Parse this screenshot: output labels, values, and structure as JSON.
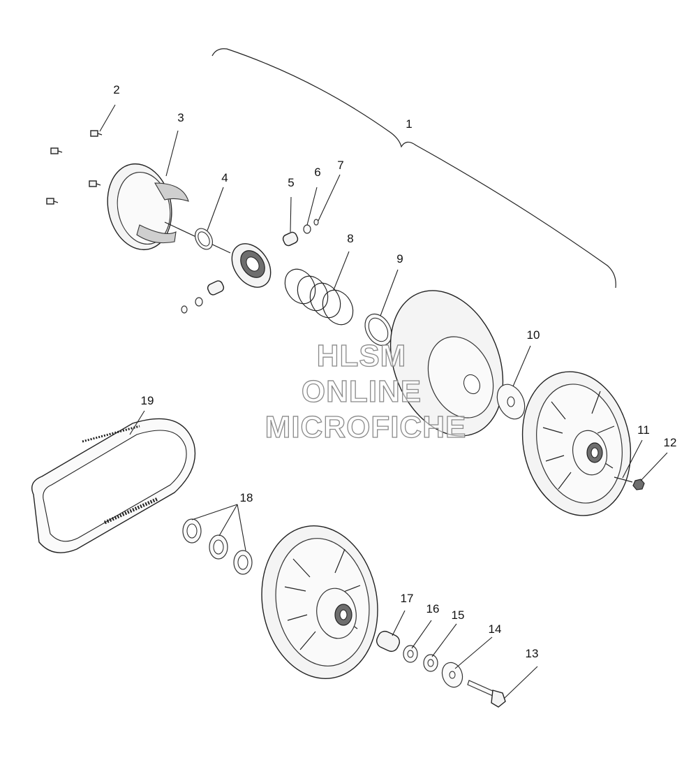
{
  "callouts": [
    "1",
    "2",
    "3",
    "4",
    "5",
    "6",
    "7",
    "8",
    "9",
    "10",
    "11",
    "12",
    "13",
    "14",
    "15",
    "16",
    "17",
    "18",
    "19"
  ],
  "watermark": {
    "line1": "HLSM",
    "line2": "ONLINE",
    "line3": "MICROFICHE"
  },
  "colors": {
    "line": "#222222",
    "watermark_stroke": "#8a8a8a",
    "background": "#ffffff"
  }
}
